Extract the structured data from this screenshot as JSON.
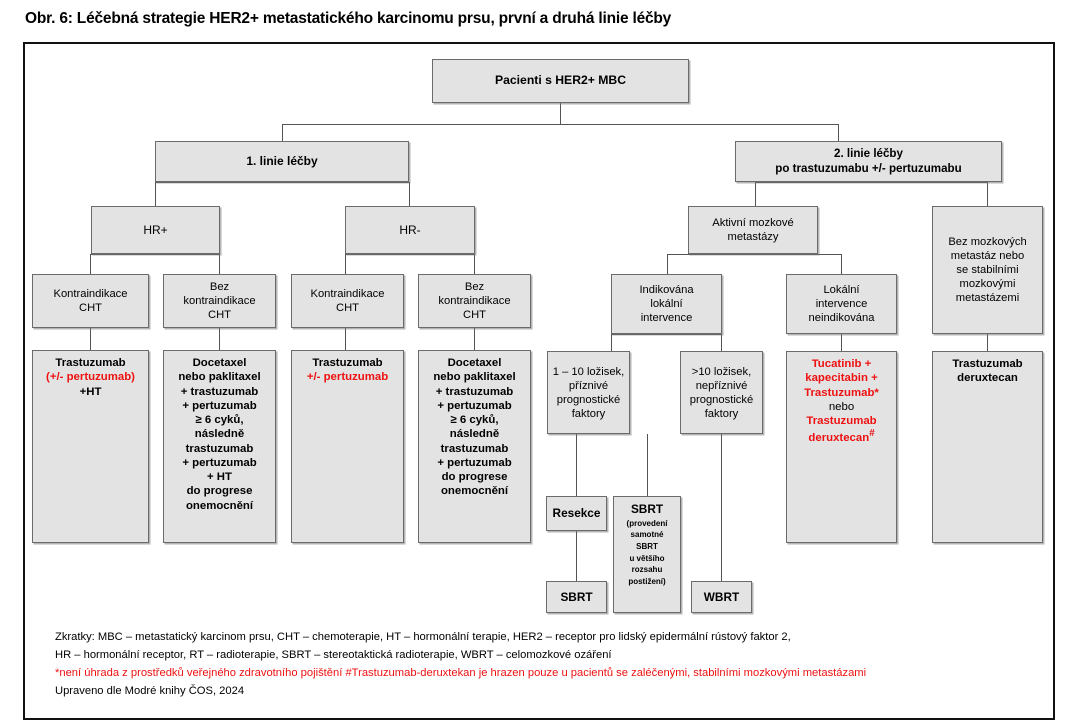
{
  "title": "Obr. 6: Léčebná strategie HER2+ metastatického karcinomu prsu, první a druhá linie léčby",
  "colors": {
    "box_fill": "#e3e3e3",
    "box_border": "#6b6b6b",
    "accent_red": "#ee1111",
    "frame": "#111111"
  },
  "nodes": {
    "root": "Pacienti s HER2+ MBC",
    "line1": "1. linie léčby",
    "line2_a": "2. linie léčby",
    "line2_b": "po trastuzumabu +/- pertuzumabu",
    "hr_pos": "HR+",
    "hr_neg": "HR-",
    "ki_cht_1": "Kontraindikace",
    "ki_cht_2": "CHT",
    "bez_ki_1": "Bez",
    "bez_ki_2": "kontraindikace",
    "bez_ki_3": "CHT",
    "t_hrpos_ki_l1": "Trastuzumab",
    "t_hrpos_ki_l2": "(+/- pertuzumab)",
    "t_hrpos_ki_l3": "+HT",
    "t_hrpos_noki": [
      "Docetaxel",
      "nebo paklitaxel",
      "+ trastuzumab",
      "+ pertuzumab",
      "≥ 6 cyků,",
      "následně",
      "trastuzumab",
      "+ pertuzumab",
      "+ HT",
      "do progrese",
      "onemocnění"
    ],
    "t_hrneg_ki_l1": "Trastuzumab",
    "t_hrneg_ki_l2": "+/- pertuzumab",
    "t_hrneg_noki": [
      "Docetaxel",
      "nebo paklitaxel",
      "+ trastuzumab",
      "+ pertuzumab",
      "≥ 6 cyků,",
      "následně",
      "trastuzumab",
      "+ pertuzumab",
      "do progrese",
      "onemocnění"
    ],
    "aktivni_1": "Aktivní mozkové",
    "aktivni_2": "metastázy",
    "bez_mozk": [
      "Bez mozkových",
      "metastáz nebo",
      "se stabilními",
      "mozkovými",
      "metastázemi"
    ],
    "indikovana": [
      "Indikována",
      "lokální",
      "intervence"
    ],
    "neindikovana": [
      "Lokální",
      "intervence",
      "neindikována"
    ],
    "lesions_few": [
      "1 – 10 ložisek,",
      "příznivé",
      "prognostické",
      "faktory"
    ],
    "lesions_many": [
      ">10 ložisek,",
      "nepříznivé",
      "prognostické",
      "faktory"
    ],
    "tucatinib": {
      "l1": "Tucatinib +",
      "l2": "kapecitabin +",
      "l3": "Trastuzumab*",
      "l4": "nebo",
      "l5": "Trastuzumab",
      "l6": "deruxtecan",
      "l6_sup": "#"
    },
    "t_deruxtecan_1": "Trastuzumab",
    "t_deruxtecan_2": "deruxtecan",
    "resekce": "Resekce",
    "sbrt_after_resekce": "SBRT",
    "sbrt_alone_title": "SBRT",
    "sbrt_alone_note": [
      "(provedení",
      "samotné",
      "SBRT",
      "u většího",
      "rozsahu",
      "postižení)"
    ],
    "wbrt": "WBRT"
  },
  "footnote": {
    "line1": "Zkratky: MBC – metastatický karcinom prsu, CHT – chemoterapie, HT – hormonální terapie, HER2 – receptor pro lidský epidermální rústový faktor 2,",
    "line2": "HR – hormonální receptor, RT – radioterapie, SBRT – stereotaktická radioterapie, WBRT – celomozkové ozáření",
    "line3_a": "*není úhrada z prostředků veřejného zdravotního pojištění ",
    "line3_b": "#Trastuzumab-deruxtekan je hrazen pouze u pacientů se zaléčenými, stabilními mozkovými metastázami",
    "line4": "Upraveno dle Modré knihy ČOS, 2024"
  }
}
